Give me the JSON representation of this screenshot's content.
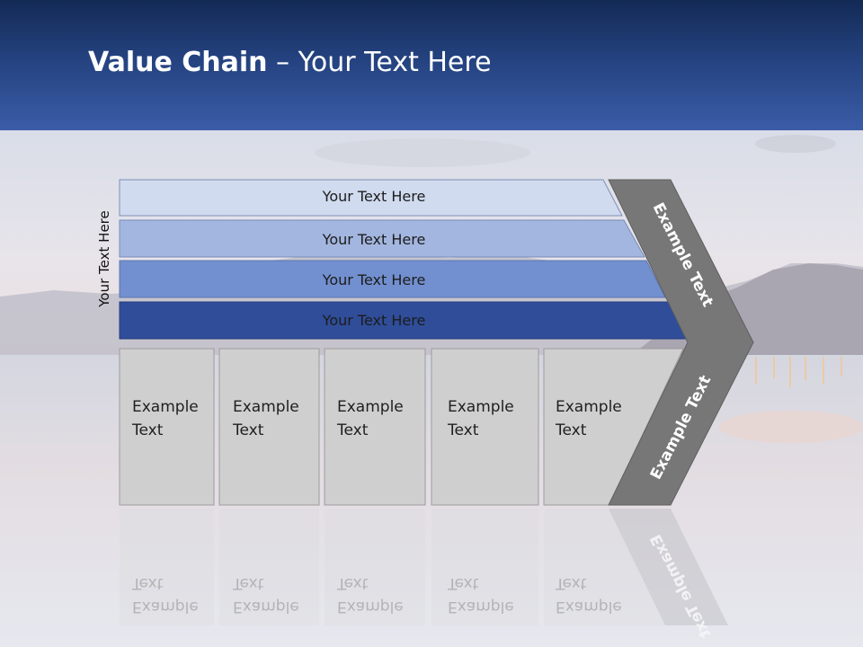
{
  "slide": {
    "title_bold": "Value Chain",
    "title_rest": " – Your Text Here",
    "side_label": "Your Text Here",
    "bands": [
      {
        "label": "Your Text Here",
        "fill": "#d0dbef"
      },
      {
        "label": "Your Text Here",
        "fill": "#a3b6e0"
      },
      {
        "label": "Your Text Here",
        "fill": "#7290d0"
      },
      {
        "label": "Your Text Here",
        "fill": "#2f4d99"
      }
    ],
    "boxes": [
      {
        "line1": "Example",
        "line2": "Text"
      },
      {
        "line1": "Example",
        "line2": "Text"
      },
      {
        "line1": "Example",
        "line2": "Text"
      },
      {
        "line1": "Example",
        "line2": "Text"
      },
      {
        "line1": "Example",
        "line2": "Text"
      }
    ],
    "arrow_top_label": "Example Text",
    "arrow_bottom_label": "Example Text"
  },
  "colors": {
    "header_top": "#132a55",
    "header_bottom": "#3b5ca8",
    "arrow": "#777777",
    "box_fill": "#cfcfcf",
    "box_stroke": "#9c9c9c"
  }
}
